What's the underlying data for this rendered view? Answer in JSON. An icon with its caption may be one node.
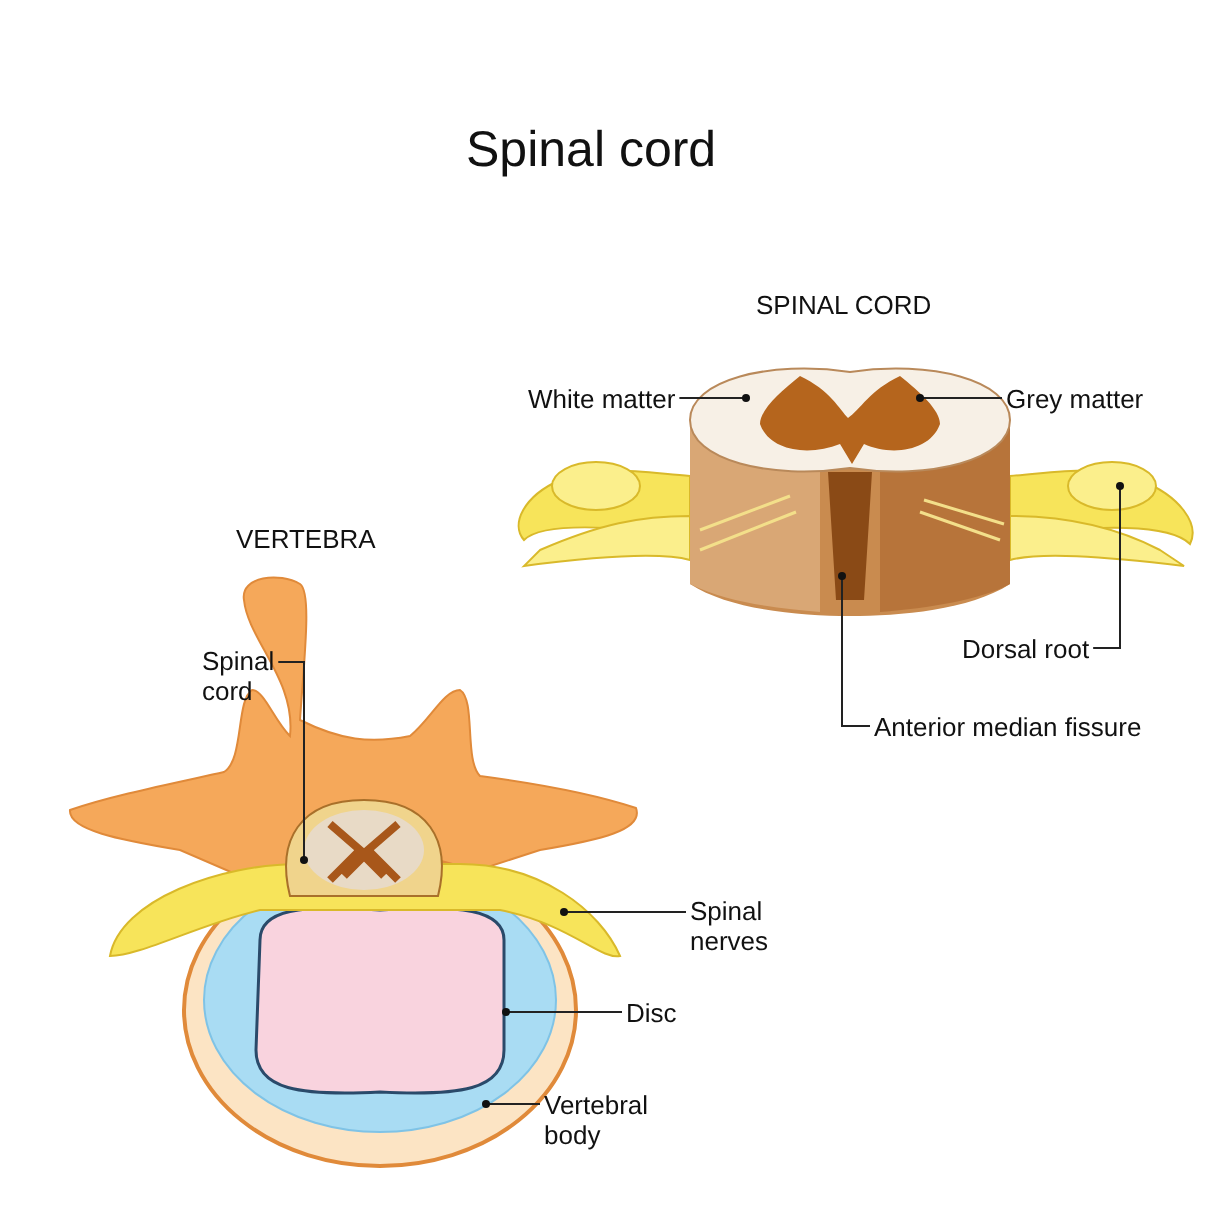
{
  "diagram": {
    "title": "Spinal cord",
    "nodes": [
      {
        "text": [
          "White matter"
        ]
      },
      {
        "text": [
          "Grey matter"
        ]
      },
      {
        "text": [
          "Dorsal root"
        ]
      },
      {
        "text": [
          "Anterior median fissure"
        ]
      },
      {
        "text": [
          "Spinal cord"
        ]
      },
      {
        "text": [
          "Spinal nerves"
        ]
      },
      {
        "text": [
          "Disc"
        ]
      },
      {
        "text": [
          "Vertebral body"
        ]
      }
    ],
    "edges": [
      {
        "from": 0,
        "to": null,
        "arrow": "other"
      },
      {
        "from": 1,
        "to": null,
        "arrow": "other"
      },
      {
        "from": 2,
        "to": null,
        "arrow": "other"
      },
      {
        "from": 3,
        "to": null,
        "arrow": "other"
      },
      {
        "from": 4,
        "to": null,
        "arrow": "other"
      },
      {
        "from": 5,
        "to": null,
        "arrow": "other"
      },
      {
        "from": 6,
        "to": null,
        "arrow": "other"
      },
      {
        "from": 7,
        "to": null,
        "arrow": "other"
      }
    ],
    "labels": [
      "SPINAL CORD",
      "VERTEBRA"
    ]
  }
}
